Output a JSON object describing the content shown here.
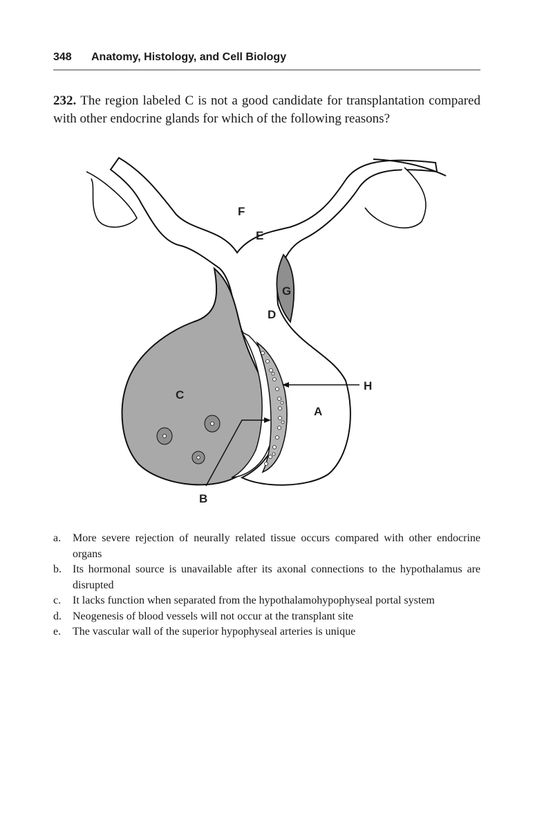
{
  "header": {
    "page_number": "348",
    "book_title": "Anatomy, Histology, and Cell Biology"
  },
  "question": {
    "number": "232.",
    "text": "The region labeled C is not a good candidate for transplantation compared with other endocrine glands for which of the following reasons?"
  },
  "figure": {
    "labels": {
      "A": "A",
      "B": "B",
      "C": "C",
      "D": "D",
      "E": "E",
      "F": "F",
      "G": "G",
      "H": "H"
    },
    "colors": {
      "tissue_fill": "#a9a9a9",
      "tissue_dark": "#8f8f8f",
      "outline": "#111111"
    }
  },
  "options": [
    {
      "letter": "a.",
      "text": "More severe rejection of neurally related tissue occurs compared with other endocrine organs"
    },
    {
      "letter": "b.",
      "text": "Its hormonal source is unavailable after its axonal connections to the hypothalamus are disrupted"
    },
    {
      "letter": "c.",
      "text": "It lacks function when separated from the hypothalamohypophyseal portal system"
    },
    {
      "letter": "d.",
      "text": "Neogenesis of blood vessels will not occur at the transplant site"
    },
    {
      "letter": "e.",
      "text": "The vascular wall of the superior hypophyseal arteries is unique"
    }
  ]
}
